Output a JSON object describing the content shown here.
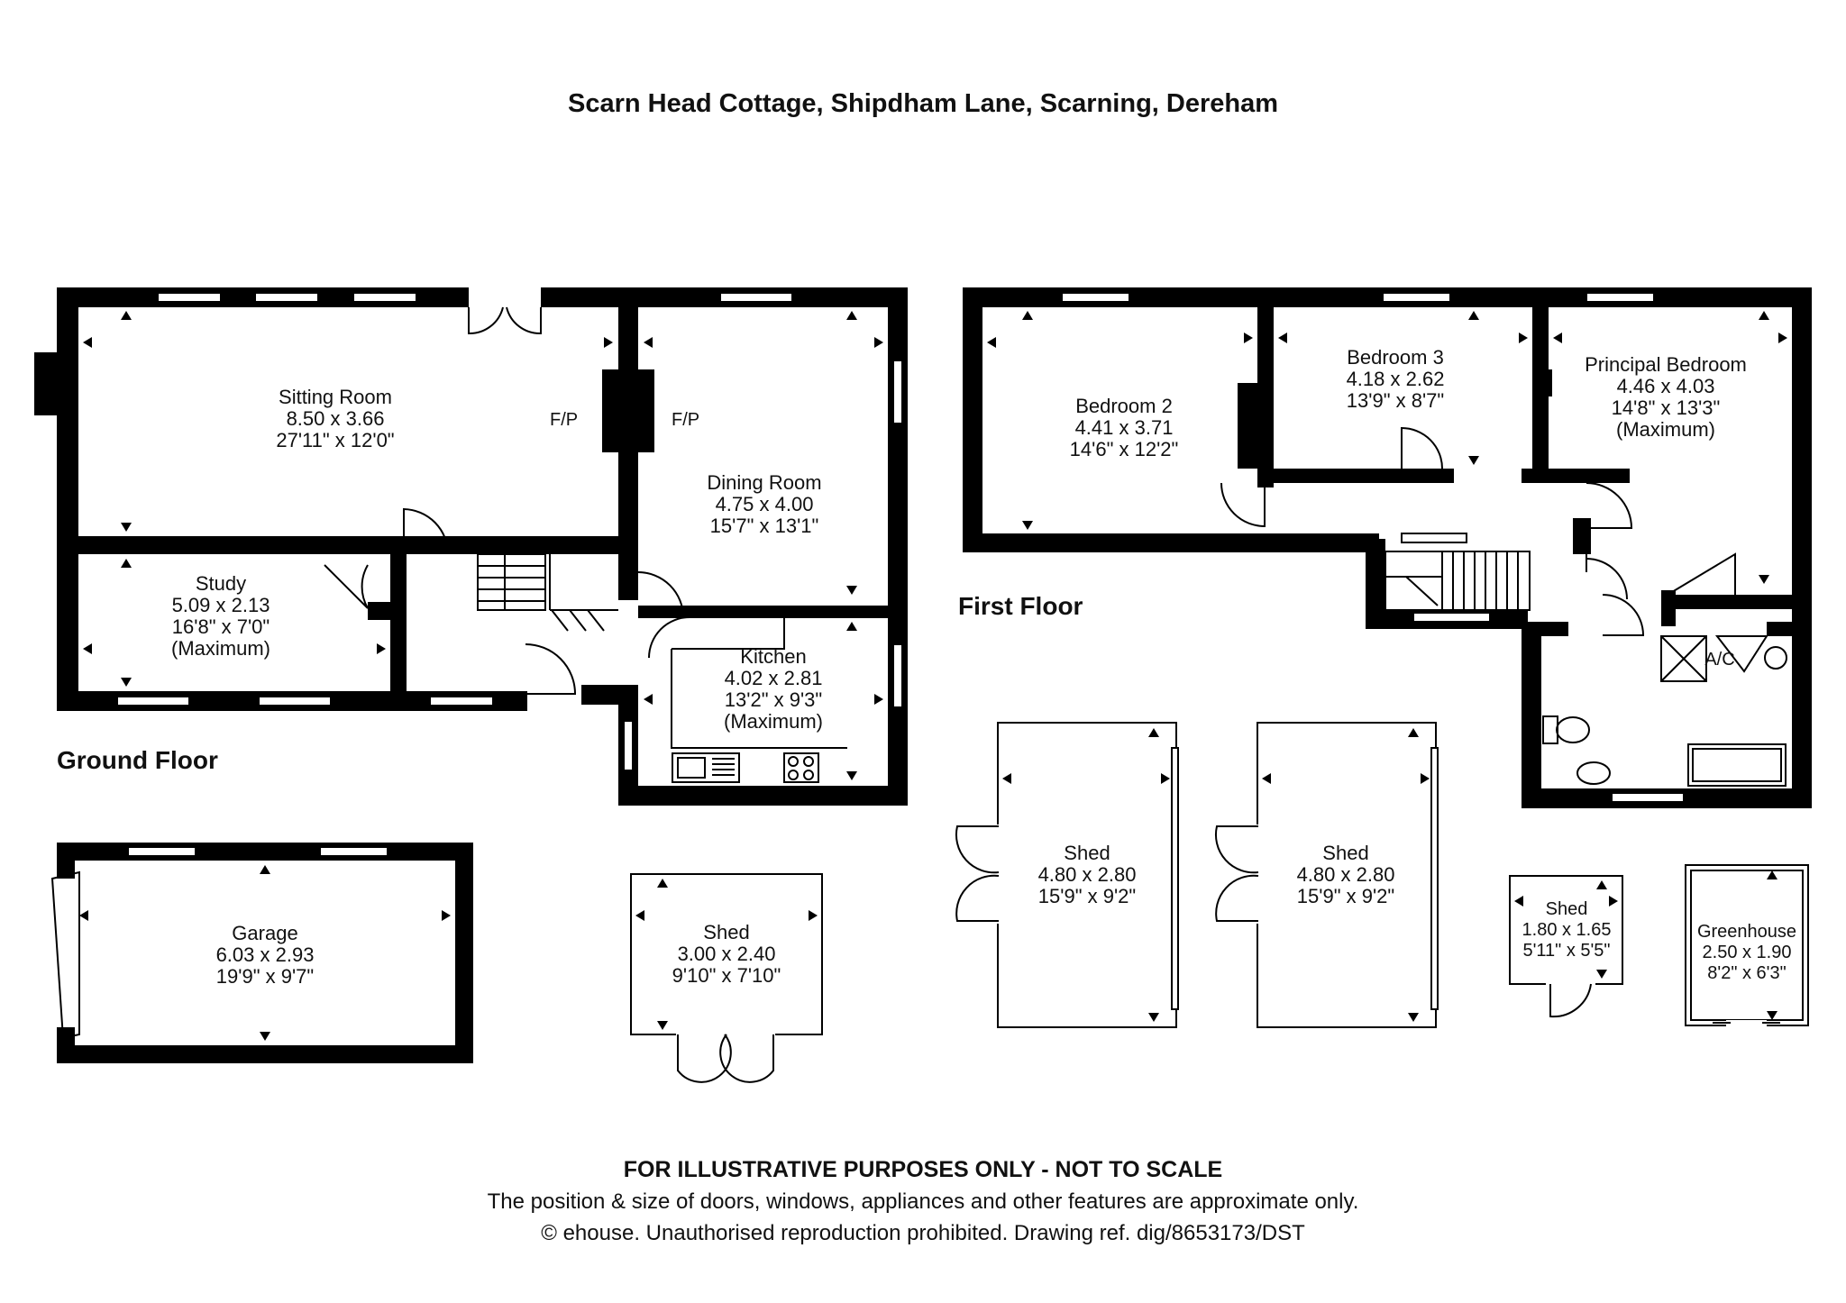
{
  "title": "Scarn Head Cottage, Shipdham Lane, Scarning, Dereham",
  "floors": {
    "ground": "Ground Floor",
    "first": "First Floor"
  },
  "rooms": {
    "sitting": {
      "name": "Sitting Room",
      "metric": "8.50 x 3.66",
      "imperial": "27'11\" x 12'0\""
    },
    "study": {
      "name": "Study",
      "metric": "5.09 x 2.13",
      "imperial": "16'8\" x 7'0\"",
      "note": "(Maximum)"
    },
    "dining": {
      "name": "Dining Room",
      "metric": "4.75 x 4.00",
      "imperial": "15'7\" x 13'1\""
    },
    "kitchen": {
      "name": "Kitchen",
      "metric": "4.02 x 2.81",
      "imperial": "13'2\" x 9'3\"",
      "note": "(Maximum)"
    },
    "garage": {
      "name": "Garage",
      "metric": "6.03 x 2.93",
      "imperial": "19'9\" x 9'7\""
    },
    "shed_small": {
      "name": "Shed",
      "metric": "3.00 x 2.40",
      "imperial": "9'10\" x 7'10\""
    },
    "bedroom2": {
      "name": "Bedroom 2",
      "metric": "4.41 x 3.71",
      "imperial": "14'6\" x 12'2\""
    },
    "bedroom3": {
      "name": "Bedroom 3",
      "metric": "4.18 x 2.62",
      "imperial": "13'9\" x 8'7\""
    },
    "principal": {
      "name": "Principal Bedroom",
      "metric": "4.46 x 4.03",
      "imperial": "14'8\" x 13'3\"",
      "note": "(Maximum)"
    },
    "shed_a": {
      "name": "Shed",
      "metric": "4.80 x 2.80",
      "imperial": "15'9\" x 9'2\""
    },
    "shed_b": {
      "name": "Shed",
      "metric": "4.80 x 2.80",
      "imperial": "15'9\" x 9'2\""
    },
    "shed_tiny": {
      "name": "Shed",
      "metric": "1.80 x 1.65",
      "imperial": "5'11\" x 5'5\""
    },
    "greenhouse": {
      "name": "Greenhouse",
      "metric": "2.50 x 1.90",
      "imperial": "8'2\" x 6'3\""
    }
  },
  "labels": {
    "fp": "F/P",
    "ac": "A/C"
  },
  "footer": {
    "heading": "FOR ILLUSTRATIVE PURPOSES ONLY - NOT TO SCALE",
    "line1": "The position & size of doors, windows, appliances and other features are approximate only.",
    "line2": "© ehouse. Unauthorised reproduction prohibited. Drawing ref. dig/8653173/DST"
  }
}
